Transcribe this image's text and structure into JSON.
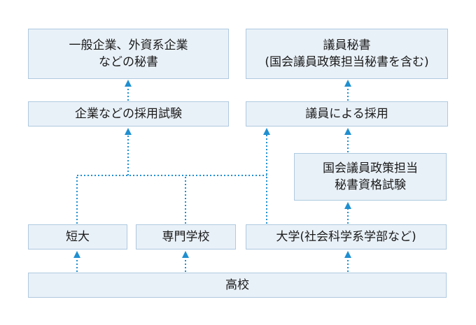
{
  "colors": {
    "box_fill": "#e9f1f8",
    "box_border": "#aec9df",
    "connector": "#1f8fd0"
  },
  "boxes": {
    "general_secretary": {
      "line1": "一般企業、外資系企業",
      "line2": "などの秘書"
    },
    "diet_secretary": {
      "line1": "議員秘書",
      "line2": "(国会議員政策担当秘書を含む)"
    },
    "company_exam": {
      "label": "企業などの採用試験"
    },
    "diet_hiring": {
      "label": "議員による採用"
    },
    "policy_secretary_exam": {
      "line1": "国会議員政策担当",
      "line2": "秘書資格試験"
    },
    "junior_college": {
      "label": "短大"
    },
    "vocational_school": {
      "label": "専門学校"
    },
    "university": {
      "label": "大学(社会科学系学部など)"
    },
    "high_school": {
      "label": "高校"
    }
  }
}
